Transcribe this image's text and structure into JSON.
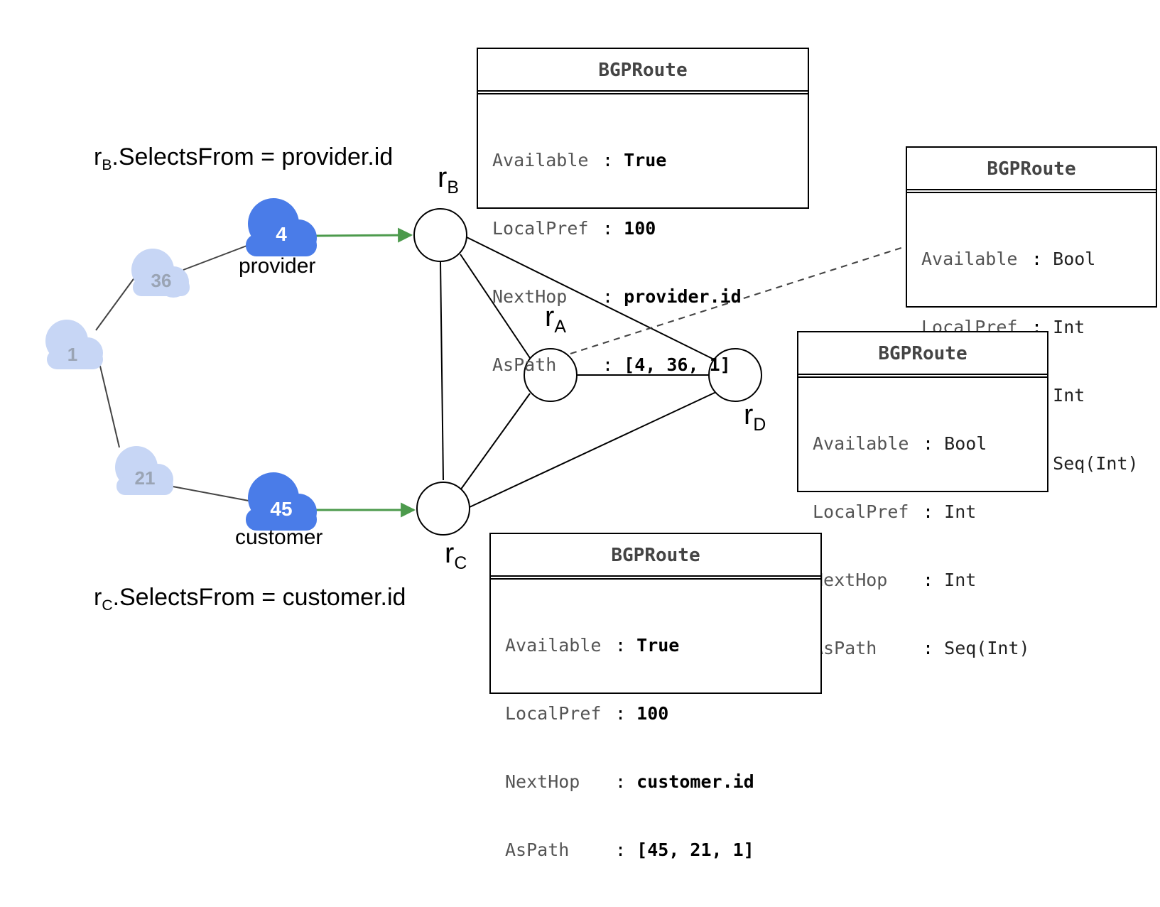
{
  "route_box_title": "BGPRoute",
  "route_boxes": {
    "rb": {
      "rows": [
        {
          "key": "Available",
          "value": "True"
        },
        {
          "key": "LocalPref",
          "value": "100"
        },
        {
          "key": "NextHop",
          "value": "provider.id"
        },
        {
          "key": "AsPath",
          "value": "[4, 36, 1]"
        }
      ]
    },
    "ra": {
      "rows": [
        {
          "key": "Available",
          "value": "Bool"
        },
        {
          "key": "LocalPref",
          "value": "Int"
        },
        {
          "key": "NextHop",
          "value": "Int"
        },
        {
          "key": "AsPath",
          "value": "Seq(Int)"
        }
      ]
    },
    "rd": {
      "rows": [
        {
          "key": "Available",
          "value": "Bool"
        },
        {
          "key": "LocalPref",
          "value": "Int"
        },
        {
          "key": "NextHop",
          "value": "Int"
        },
        {
          "key": "AsPath",
          "value": "Seq(Int)"
        }
      ]
    },
    "rc": {
      "rows": [
        {
          "key": "Available",
          "value": "True"
        },
        {
          "key": "LocalPref",
          "value": "100"
        },
        {
          "key": "NextHop",
          "value": "customer.id"
        },
        {
          "key": "AsPath",
          "value": "[45, 21, 1]"
        }
      ]
    }
  },
  "routers": {
    "rb": {
      "main": "r",
      "sub": "B"
    },
    "ra": {
      "main": "r",
      "sub": "A"
    },
    "rc": {
      "main": "r",
      "sub": "C"
    },
    "rd": {
      "main": "r",
      "sub": "D"
    }
  },
  "clouds": {
    "as4": "4",
    "as45": "45",
    "as36": "36",
    "as21": "21",
    "as1": "1"
  },
  "cloud_labels": {
    "provider": "provider",
    "customer": "customer"
  },
  "selects_from": {
    "rb": {
      "main": "r",
      "sub": "B",
      "rest": ".SelectsFrom = provider.id"
    },
    "rc": {
      "main": "r",
      "sub": "C",
      "rest": ".SelectsFrom = customer.id"
    }
  },
  "colors": {
    "cloud_active": "#4a7ce8",
    "cloud_inactive": "#c7d6f5",
    "cloud_inactive_text": "#9aa4b4",
    "arrow": "#4c9a4c"
  }
}
